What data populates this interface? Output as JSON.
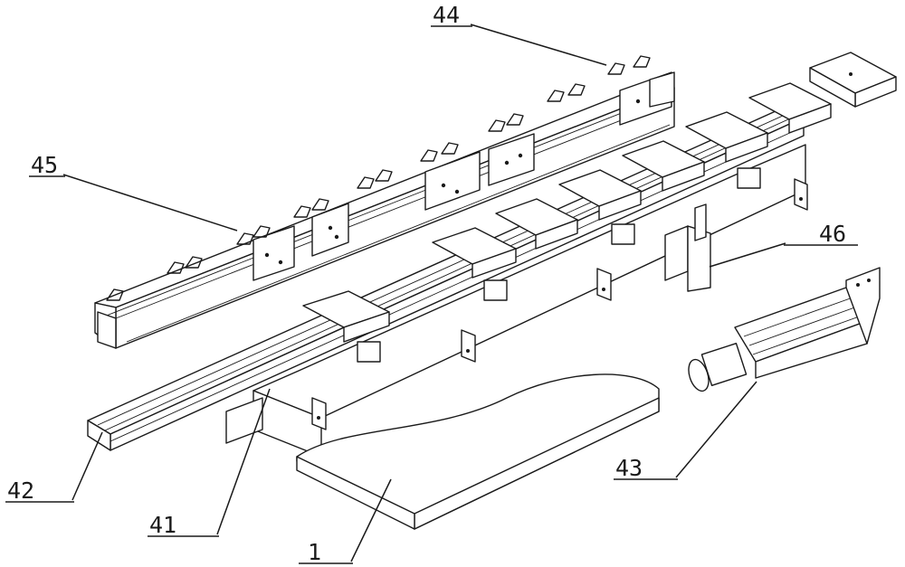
{
  "labels": {
    "l44": "44",
    "l45": "45",
    "l46": "46",
    "l42": "42",
    "l41": "41",
    "l43": "43",
    "l1": "1"
  }
}
